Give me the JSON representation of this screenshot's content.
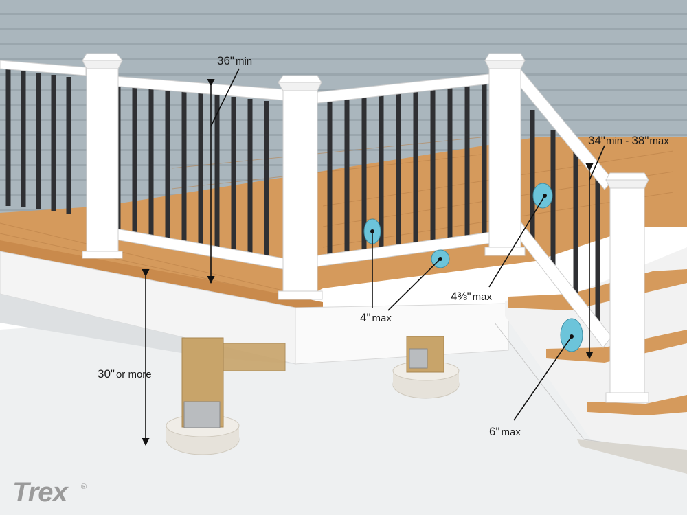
{
  "brand": {
    "logo_text": "Trex",
    "registered_mark": "®"
  },
  "measurements": {
    "guard_height": {
      "value": "36\"",
      "qualifier": "min"
    },
    "baluster_gap": {
      "value": "4\"",
      "qualifier": "max"
    },
    "stair_baluster_gap": {
      "value": "4⅜\"",
      "qualifier": "max"
    },
    "stair_rail_height": {
      "min_value": "34\"",
      "min_qualifier": "min",
      "separator": " - ",
      "max_value": "38\"",
      "max_qualifier": "max"
    },
    "deck_height": {
      "value": "30\"",
      "qualifier": "or more"
    },
    "stair_triangle_gap": {
      "value": "6\"",
      "qualifier": "max"
    }
  },
  "colors": {
    "siding": "#a9b5bc",
    "decking": "#d59a5c",
    "rail_white": "#ffffff",
    "baluster": "#2f3033",
    "gap_marker": "#6cc4da",
    "ground": "#eef0f1",
    "post_wood": "#c8a46a"
  }
}
